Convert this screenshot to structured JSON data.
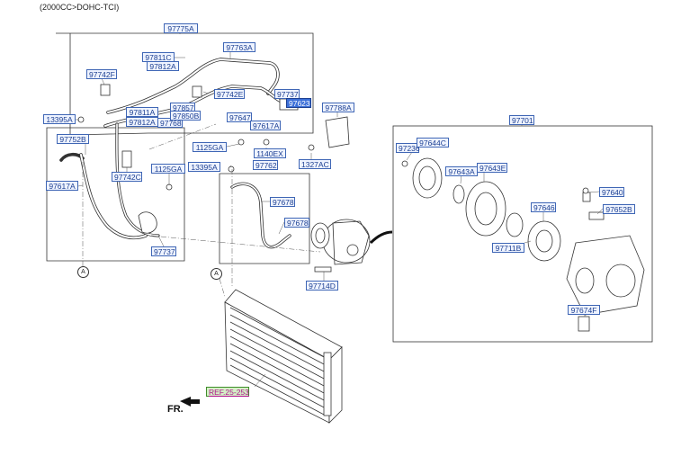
{
  "header": "(2000CC>DOHC-TCI)",
  "front_marker": "FR.",
  "circle_ref": "A",
  "labels": {
    "a97775A": "97775A",
    "a97763A": "97763A",
    "a97811C": "97811C",
    "a97812A_top": "97812A",
    "a97742F": "97742F",
    "a97742E": "97742E",
    "a97737_top": "97737",
    "a97623": "97623",
    "a97788A": "97788A",
    "a13395A_left": "13395A",
    "a97811A": "97811A",
    "a97812A_mid": "97812A",
    "a97768": "97768",
    "a97857": "97857",
    "a97850B": "97850B",
    "a97647": "97647",
    "a97617A_top": "97617A",
    "a97752B": "97752B",
    "a1125GA_top": "1125GA",
    "a1140EX": "1140EX",
    "a1327AC": "1327AC",
    "a13395A_mid": "13395A",
    "a97762": "97762",
    "a1125GA_mid": "1125GA",
    "a97742C": "97742C",
    "a97617A_left": "97617A",
    "a97678_a": "97678",
    "a97678_b": "97678",
    "a97737_bot": "97737",
    "a97714D": "97714D",
    "a97701": "97701",
    "a97236": "97236",
    "a97644C": "97644C",
    "a97643A": "97643A",
    "a97643E": "97643E",
    "a97640": "97640",
    "a97646": "97646",
    "a97652B": "97652B",
    "a97711B": "97711B",
    "a97674F": "97674F",
    "ref25253": "REF.25-253"
  }
}
